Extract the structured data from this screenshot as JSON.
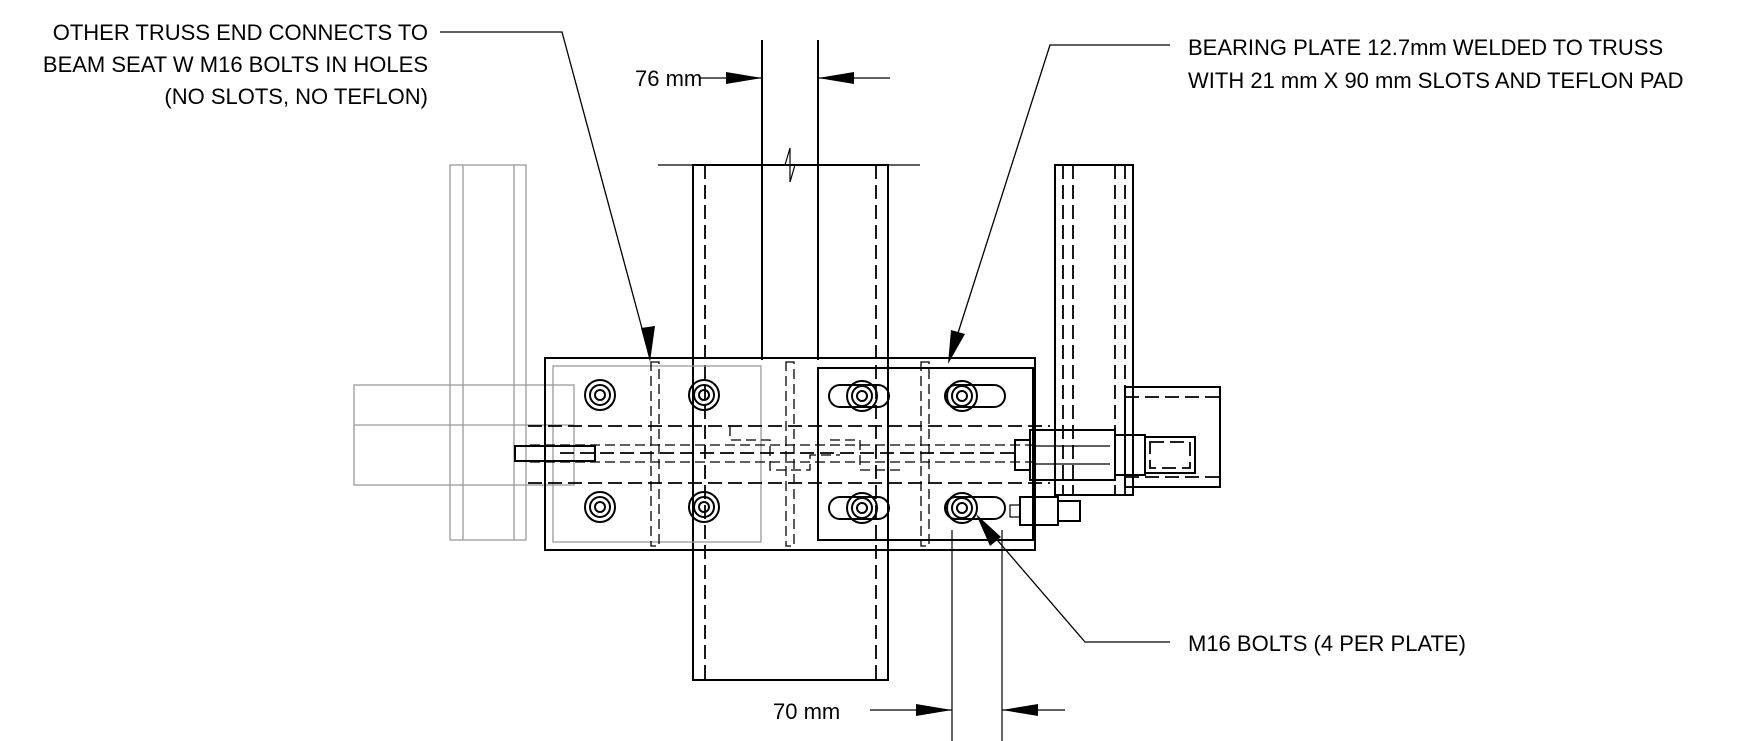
{
  "labels": {
    "other_end": [
      "OTHER TRUSS END CONNECTS TO",
      "BEAM SEAT W M16 BOLTS IN HOLES",
      "(NO SLOTS, NO TEFLON)"
    ],
    "bearing_plate": [
      "BEARING PLATE 12.7mm WELDED TO TRUSS",
      "WITH 21 mm X 90 mm SLOTS AND TEFLON PAD"
    ],
    "bolts": "M16 BOLTS (4 PER PLATE)"
  },
  "dimensions": {
    "top_width": "76 mm",
    "slot_spacing": "70 mm"
  },
  "colors": {
    "line": "#000000",
    "hidden_line": "#9a9a9a",
    "background": "#ffffff"
  }
}
